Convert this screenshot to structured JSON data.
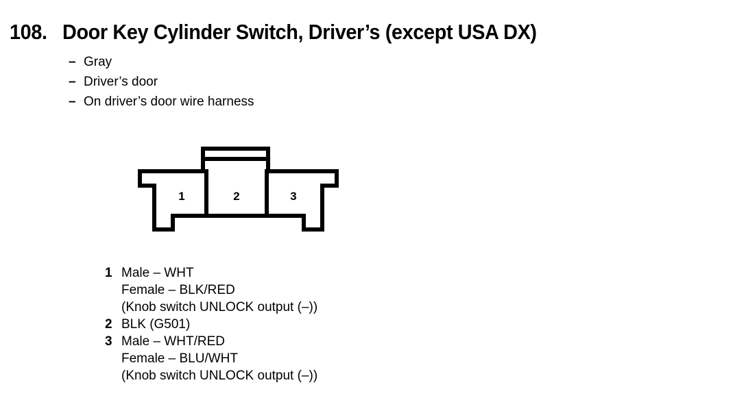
{
  "title": {
    "number": "108.",
    "text": "Door Key Cylinder Switch, Driver’s (except USA DX)"
  },
  "attributes": {
    "dash": "–",
    "items": [
      {
        "label": "Gray"
      },
      {
        "label": "Driver’s door"
      },
      {
        "label": "On driver’s door wire harness"
      }
    ]
  },
  "connector": {
    "pins": [
      {
        "number": "1"
      },
      {
        "number": "2"
      },
      {
        "number": "3"
      }
    ]
  },
  "pin_list": [
    {
      "number": "1",
      "lines": [
        "Male – WHT",
        "Female – BLK/RED",
        "(Knob switch UNLOCK output (–))"
      ]
    },
    {
      "number": "2",
      "lines": [
        "BLK (G501)"
      ]
    },
    {
      "number": "3",
      "lines": [
        "Male – WHT/RED",
        "Female – BLU/WHT",
        "(Knob switch UNLOCK output (–))"
      ]
    }
  ],
  "colors": {
    "ink": "#000000",
    "page": "#ffffff"
  }
}
